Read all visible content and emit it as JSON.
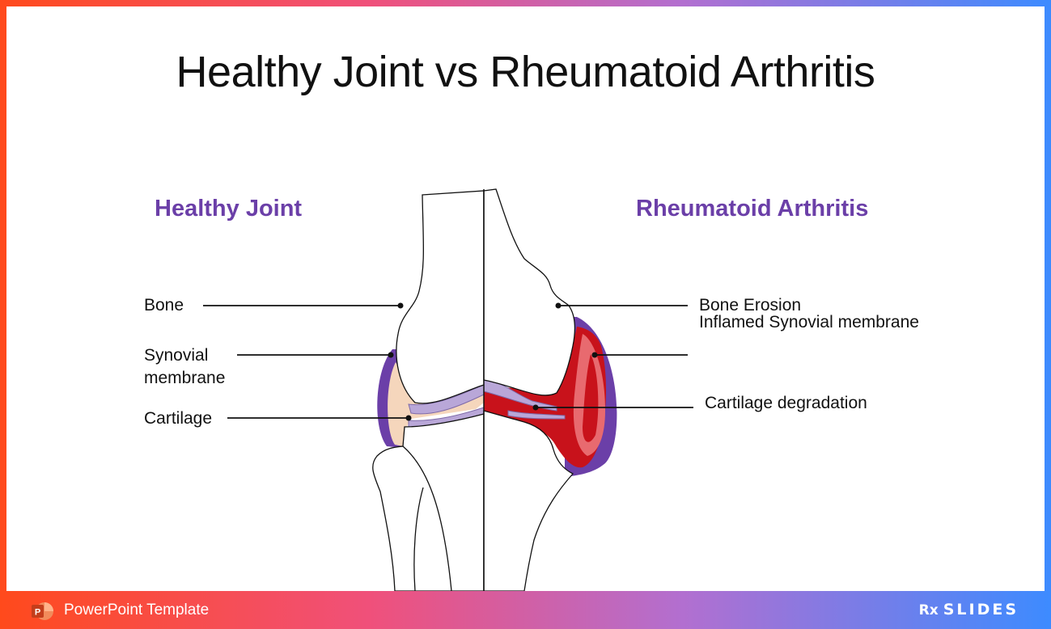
{
  "title": "Healthy Joint vs Rheumatoid Arthritis",
  "left": {
    "heading": "Healthy Joint",
    "labels": [
      "Bone",
      "Synovial\nmembrane",
      "Cartilage"
    ]
  },
  "right": {
    "heading": "Rheumatoid Arthritis",
    "labels": [
      "Bone Erosion",
      "Inflamed Synovial membrane",
      "Cartilage degradation"
    ]
  },
  "footer": {
    "text": "PowerPoint Template",
    "brand_mark": "Rx",
    "brand_name": "SLIDES"
  },
  "colors": {
    "heading": "#6b3fa8",
    "membrane": "#6b3fa8",
    "healthy_fluid": "#f5d6bc",
    "cartilage": "#b9a7d8",
    "inflamed": "#c8121b",
    "inflamed_light": "#e86a6f"
  }
}
